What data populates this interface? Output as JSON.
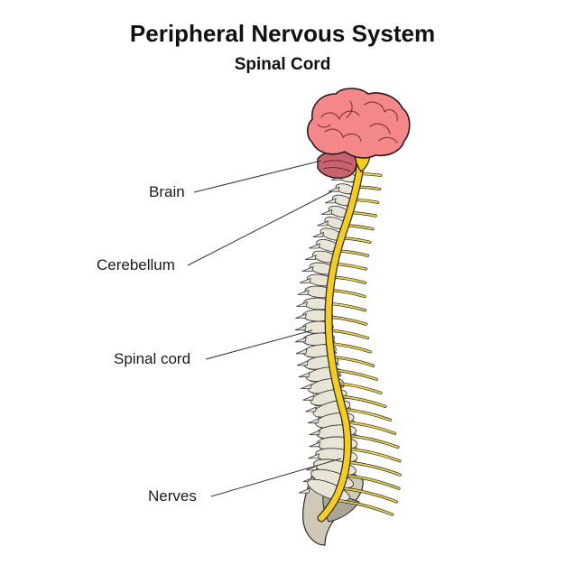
{
  "header": {
    "title": "Peripheral Nervous System",
    "subtitle": "Spinal Cord"
  },
  "labels": {
    "brain": "Brain",
    "cerebellum": "Cerebellum",
    "spinal_cord": "Spinal cord",
    "nerves": "Nerves"
  },
  "colors": {
    "brain": "#f4878a",
    "brain_outline": "#2a1a1a",
    "cerebellum": "#c8636e",
    "spinal_cord": "#f5cd1a",
    "nerve": "#f2d54a",
    "vertebra": "#e8e4d6",
    "disc": "#bdb8a8",
    "sacrum": "#cfcab8",
    "leader_line": "#333333"
  }
}
